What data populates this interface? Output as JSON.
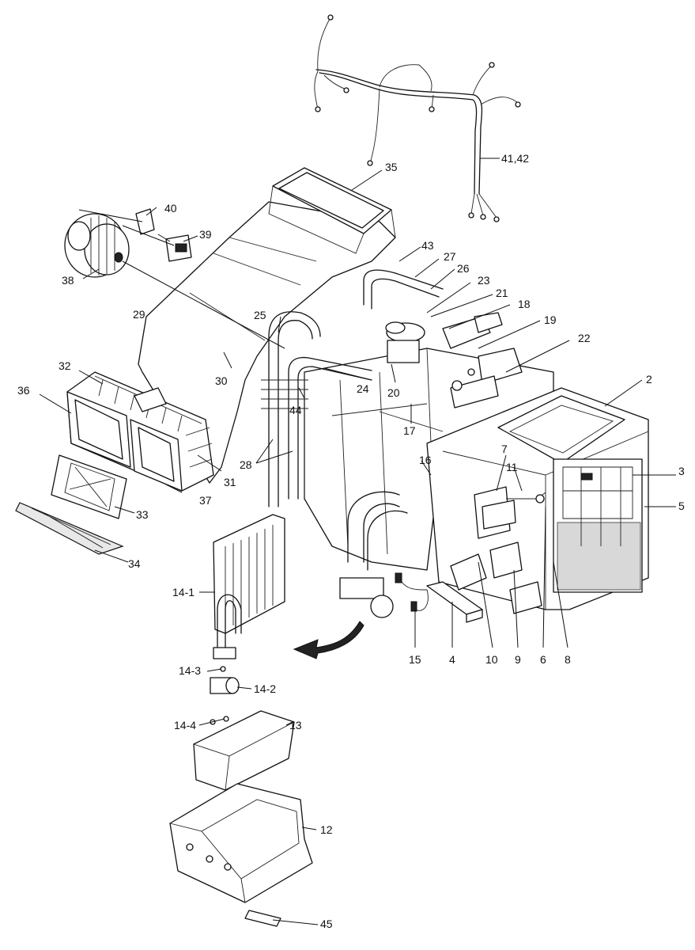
{
  "labels": {
    "p2": "2",
    "p3": "3",
    "p4": "4",
    "p5": "5",
    "p6": "6",
    "p7": "7",
    "p8": "8",
    "p9": "9",
    "p10": "10",
    "p11": "11",
    "p12": "12",
    "p13": "13",
    "p14_1": "14-1",
    "p14_2": "14-2",
    "p14_3": "14-3",
    "p14_4": "14-4",
    "p15": "15",
    "p16": "16",
    "p17": "17",
    "p18": "18",
    "p19": "19",
    "p20": "20",
    "p21": "21",
    "p22": "22",
    "p23": "23",
    "p24": "24",
    "p25": "25",
    "p26": "26",
    "p27": "27",
    "p28": "28",
    "p29": "29",
    "p30": "30",
    "p31": "31",
    "p32": "32",
    "p33": "33",
    "p34": "34",
    "p35": "35",
    "p36": "36",
    "p37": "37",
    "p38": "38",
    "p39": "39",
    "p40": "40",
    "p41_42": "41,42",
    "p43": "43",
    "p44": "44",
    "p45": "45"
  },
  "colors": {
    "line": "#111111",
    "background": "#ffffff"
  }
}
